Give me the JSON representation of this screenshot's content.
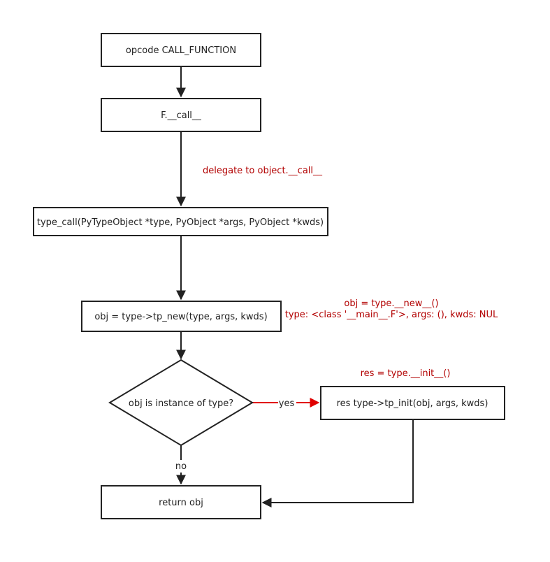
{
  "nodes": {
    "opcode": "opcode CALL_FUNCTION",
    "f_call": "F.__call__",
    "type_call": "type_call(PyTypeObject *type, PyObject *args, PyObject *kwds)",
    "tp_new": "obj = type->tp_new(type, args, kwds)",
    "decision": "obj is instance of type?",
    "tp_init": "res type->tp_init(obj, args, kwds)",
    "return_obj": "return obj"
  },
  "notes": {
    "delegate": "delegate to object.__call__",
    "new_line1": "obj = type.__new__()",
    "new_line2": "type: <class '__main__.F'>, args: (), kwds: NUL",
    "init": "res = type.__init__()"
  },
  "edge_labels": {
    "yes": "yes",
    "no": "no"
  },
  "colors": {
    "annotation": "#b20000",
    "yes_arrow": "#e00000",
    "line": "#222222"
  }
}
